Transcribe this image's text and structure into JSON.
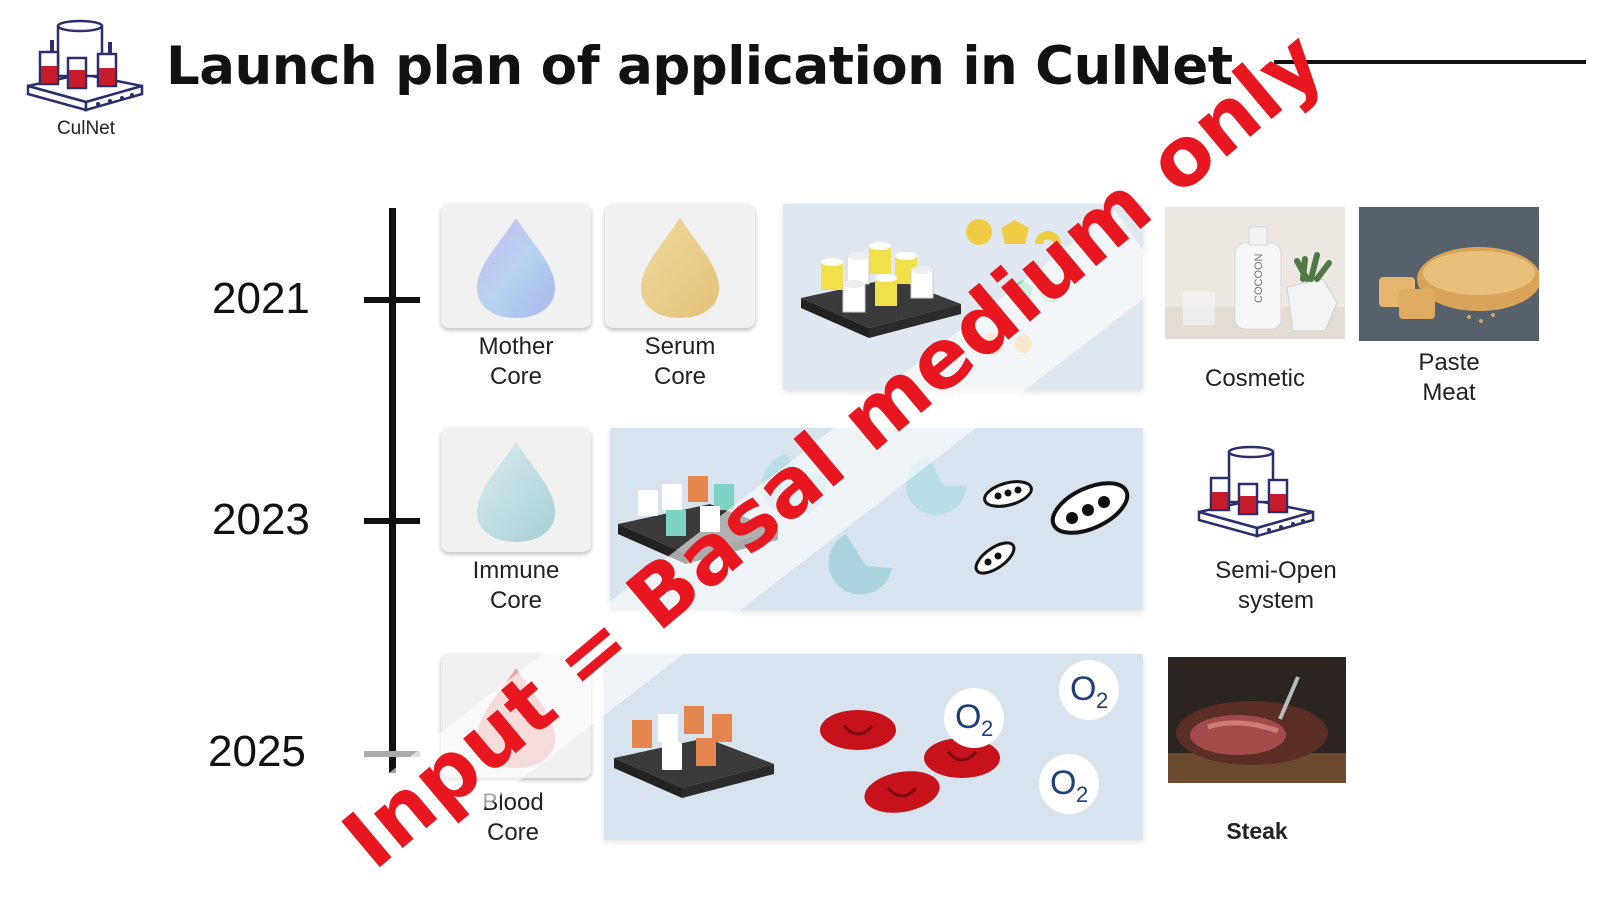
{
  "header": {
    "logo_label": "CulNet",
    "title": "Launch plan of application in CulNet"
  },
  "timeline": {
    "years": [
      "2021",
      "2023",
      "2025"
    ]
  },
  "cores": {
    "mother": [
      "Mother",
      "Core"
    ],
    "serum": [
      "Serum",
      "Core"
    ],
    "immune": [
      "Immune",
      "Core"
    ],
    "blood": [
      "Blood",
      "Core"
    ]
  },
  "products": {
    "cosmetic": "Cosmetic",
    "paste_meat": [
      "Paste",
      "Meat"
    ],
    "semi_open": [
      "Semi-Open",
      "system"
    ],
    "steak": "Steak",
    "bottle_text": "COCOON"
  },
  "oxygen": {
    "symbol": "O",
    "subscript": "2"
  },
  "overlay": {
    "text": "Input = Basal medium only",
    "color": "#e8171f"
  }
}
